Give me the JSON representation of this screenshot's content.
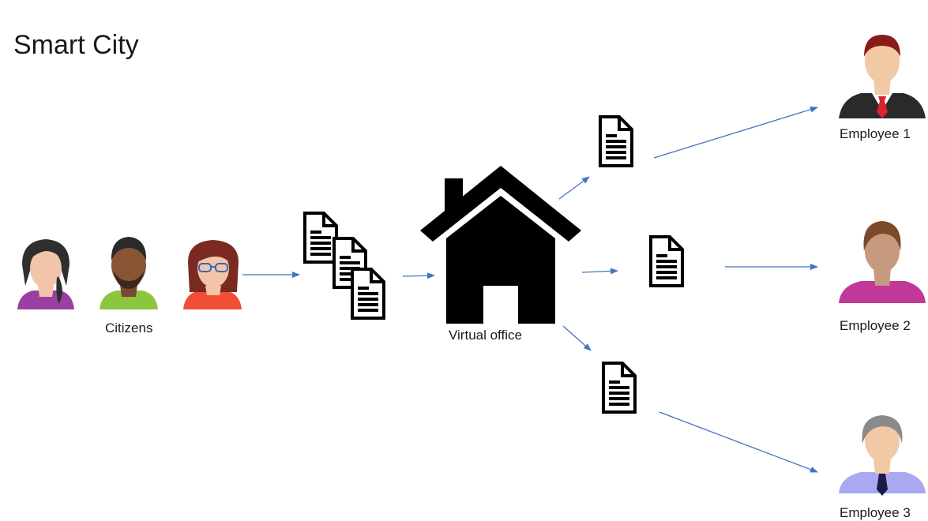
{
  "title": "Smart City",
  "labels": {
    "citizens": "Citizens",
    "office": "Virtual office",
    "employee1": "Employee 1",
    "employee2": "Employee 2",
    "employee3": "Employee 3"
  },
  "icons": {
    "citizen1": "woman-avatar-icon",
    "citizen2": "man-avatar-icon",
    "citizen3": "woman-glasses-avatar-icon",
    "documents": "document-stack-icon",
    "office": "house-icon",
    "document": "document-icon",
    "employee1": "businessman-avatar-icon",
    "employee2": "woman-avatar-icon",
    "employee3": "older-man-avatar-icon"
  },
  "colors": {
    "arrow": "#4472c4",
    "house": "#000000",
    "citizen1_shirt": "#9b3fa0",
    "citizen2_shirt": "#8cc63f",
    "citizen3_shirt": "#f04e37",
    "employee2_shirt": "#c2389a",
    "employee3_shirt": "#a9a8f0"
  }
}
